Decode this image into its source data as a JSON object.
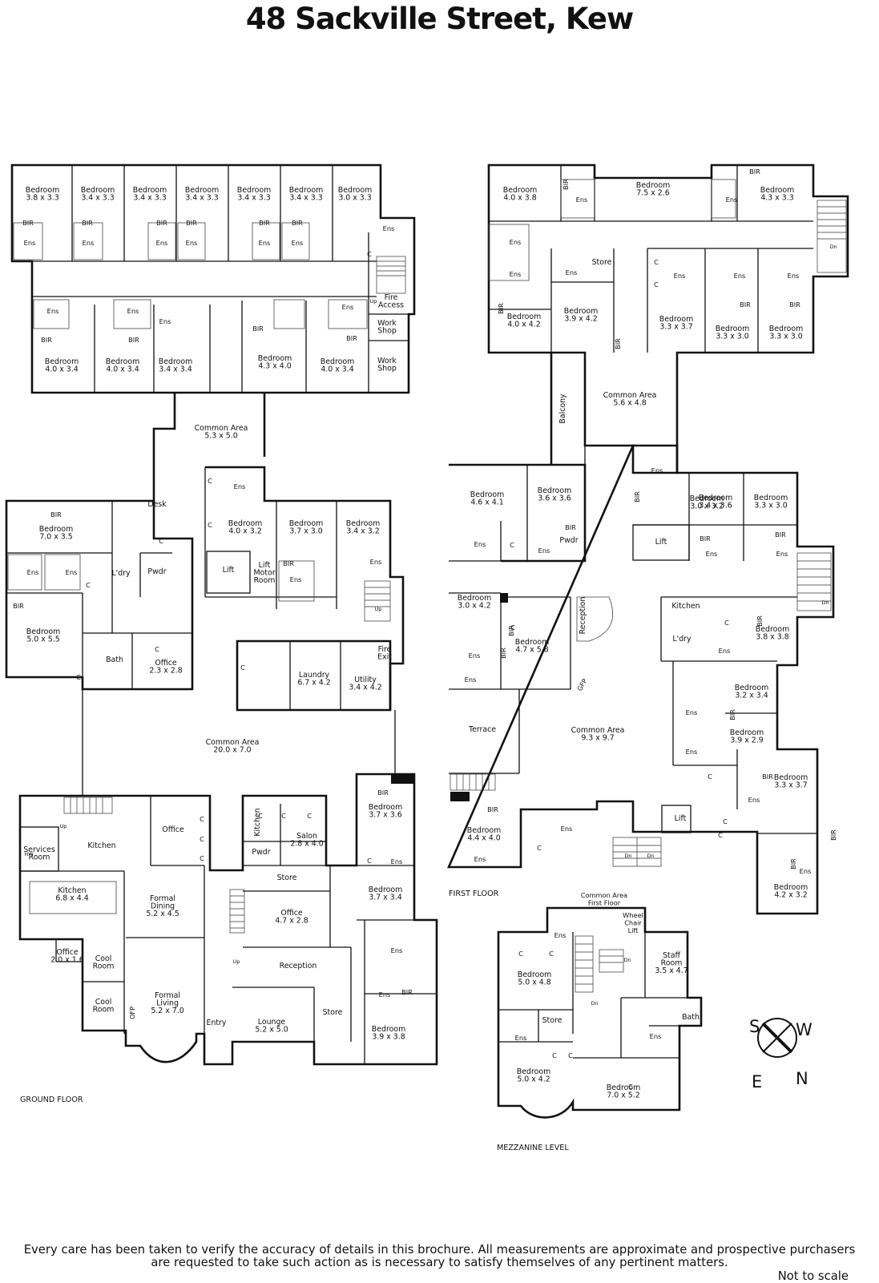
{
  "title": "48 Sackville Street, Kew",
  "disclaimer_line1": "Every care has been taken to verify the accuracy of details in this brochure.  All measurements are approximate and prospective purchasers",
  "disclaimer_line2": "are requested to take such action as is necessary to satisfy themselves of any pertinent matters.",
  "scale_note": "Not to scale",
  "compass": [
    "S",
    "W",
    "E",
    "N"
  ],
  "floors": [
    {
      "name": "GROUND FLOOR",
      "rooms": [
        {
          "label": "Bedroom",
          "dims": "3.8 x 3.3"
        },
        {
          "label": "Bedroom",
          "dims": "3.4 x 3.3"
        },
        {
          "label": "Bedroom",
          "dims": "3.4 x 3.3"
        },
        {
          "label": "Bedroom",
          "dims": "3.4 x 3.3"
        },
        {
          "label": "Bedroom",
          "dims": "3.4 x 3.3"
        },
        {
          "label": "Bedroom",
          "dims": "3.4 x 3.3"
        },
        {
          "label": "Bedroom",
          "dims": "3.0 x 3.3"
        },
        {
          "label": "Bedroom",
          "dims": "4.0 x 3.4"
        },
        {
          "label": "Bedroom",
          "dims": "4.0 x 3.4"
        },
        {
          "label": "Bedroom",
          "dims": "3.4 x 3.4"
        },
        {
          "label": "Bedroom",
          "dims": "4.3 x 4.0"
        },
        {
          "label": "Bedroom",
          "dims": "4.0 x 3.4"
        },
        {
          "label": "Fire Access",
          "dims": ""
        },
        {
          "label": "Work Shop",
          "dims": ""
        },
        {
          "label": "Work Shop",
          "dims": ""
        },
        {
          "label": "Common Area",
          "dims": "5.3 x 5.0"
        },
        {
          "label": "Bedroom",
          "dims": "7.0 x 3.5"
        },
        {
          "label": "Bedroom",
          "dims": "5.0 x 5.5"
        },
        {
          "label": "Bath",
          "dims": ""
        },
        {
          "label": "Office",
          "dims": "2.3 x 2.8"
        },
        {
          "label": "L'dry",
          "dims": ""
        },
        {
          "label": "Pwdr",
          "dims": ""
        },
        {
          "label": "Desk",
          "dims": ""
        },
        {
          "label": "Bedroom",
          "dims": "4.0 x 3.2"
        },
        {
          "label": "Bedroom",
          "dims": "3.7 x 3.0"
        },
        {
          "label": "Bedroom",
          "dims": "3.4 x 3.2"
        },
        {
          "label": "Lift",
          "dims": ""
        },
        {
          "label": "Lift Motor Room",
          "dims": ""
        },
        {
          "label": "Fire Exit",
          "dims": ""
        },
        {
          "label": "Laundry",
          "dims": "6.7 x 4.2"
        },
        {
          "label": "Utility",
          "dims": "3.4 x 4.2"
        },
        {
          "label": "Common Area",
          "dims": "20.0 x 7.0"
        },
        {
          "label": "Services Room",
          "dims": ""
        },
        {
          "label": "Kitchen",
          "dims": ""
        },
        {
          "label": "Kitchen",
          "dims": "6.8 x 4.4"
        },
        {
          "label": "Office",
          "dims": ""
        },
        {
          "label": "Office",
          "dims": "2.0 x 1.6"
        },
        {
          "label": "Cool Room",
          "dims": ""
        },
        {
          "label": "Cool Room",
          "dims": ""
        },
        {
          "label": "Formal Dining",
          "dims": "5.2 x 4.5"
        },
        {
          "label": "Formal Living",
          "dims": "5.2 x 7.0"
        },
        {
          "label": "Kitchen",
          "dims": ""
        },
        {
          "label": "Salon",
          "dims": "2.8 x 4.0"
        },
        {
          "label": "Pwdr",
          "dims": ""
        },
        {
          "label": "Store",
          "dims": ""
        },
        {
          "label": "Office",
          "dims": "4.7 x 2.8"
        },
        {
          "label": "Reception",
          "dims": ""
        },
        {
          "label": "Lounge",
          "dims": "5.2 x 5.0"
        },
        {
          "label": "Store",
          "dims": ""
        },
        {
          "label": "Entry",
          "dims": ""
        },
        {
          "label": "Bedroom",
          "dims": "3.7 x 3.6"
        },
        {
          "label": "Bedroom",
          "dims": "3.7 x 3.4"
        },
        {
          "label": "Bedroom",
          "dims": "3.9 x 3.8"
        }
      ]
    },
    {
      "name": "FIRST FLOOR",
      "rooms": [
        {
          "label": "Bedroom",
          "dims": "4.0 x 3.8"
        },
        {
          "label": "Bedroom",
          "dims": "7.5 x 2.6"
        },
        {
          "label": "Bedroom",
          "dims": "4.3 x 3.3"
        },
        {
          "label": "Bedroom",
          "dims": "4.0 x 4.2"
        },
        {
          "label": "Bedroom",
          "dims": "3.9 x 4.2"
        },
        {
          "label": "Store",
          "dims": ""
        },
        {
          "label": "Bedroom",
          "dims": "3.3 x 3.7"
        },
        {
          "label": "Bedroom",
          "dims": "3.3 x 3.0"
        },
        {
          "label": "Bedroom",
          "dims": "3.3 x 3.0"
        },
        {
          "label": "Common Area",
          "dims": "5.6 x 4.8"
        },
        {
          "label": "Balcony",
          "dims": ""
        },
        {
          "label": "Bedroom",
          "dims": "4.6 x 4.1"
        },
        {
          "label": "Bedroom",
          "dims": "3.6 x 3.6"
        },
        {
          "label": "Pwdr",
          "dims": ""
        },
        {
          "label": "Bedroom",
          "dims": "3.0 x 3.2"
        },
        {
          "label": "Bedroom",
          "dims": "3.4 x 3.6"
        },
        {
          "label": "Bedroom",
          "dims": "3.3 x 3.0"
        },
        {
          "label": "Lift",
          "dims": ""
        },
        {
          "label": "Bedroom",
          "dims": "3.0 x 4.2"
        },
        {
          "label": "Bedroom",
          "dims": "4.7 x 5.8"
        },
        {
          "label": "Reception",
          "dims": ""
        },
        {
          "label": "Kitchen",
          "dims": ""
        },
        {
          "label": "L'dry",
          "dims": ""
        },
        {
          "label": "Bedroom",
          "dims": "3.8 x 3.8"
        },
        {
          "label": "Terrace",
          "dims": ""
        },
        {
          "label": "Common Area",
          "dims": "9.3 x 9.7"
        },
        {
          "label": "Bedroom",
          "dims": "3.2 x 3.4"
        },
        {
          "label": "Bedroom",
          "dims": "3.9 x 2.9"
        },
        {
          "label": "Bedroom",
          "dims": "3.3 x 3.7"
        },
        {
          "label": "Bedroom",
          "dims": "4.4 x 4.0"
        },
        {
          "label": "Lift",
          "dims": ""
        },
        {
          "label": "Bedroom",
          "dims": "4.2 x 3.2"
        }
      ]
    },
    {
      "name": "MEZZANINE LEVEL",
      "rooms": [
        {
          "label": "Common Area First Floor",
          "dims": ""
        },
        {
          "label": "Wheel Chair Lift",
          "dims": ""
        },
        {
          "label": "Bedroom",
          "dims": "5.0 x 4.8"
        },
        {
          "label": "Staff Room",
          "dims": "3.5 x 4.7"
        },
        {
          "label": "Store",
          "dims": ""
        },
        {
          "label": "Bath",
          "dims": ""
        },
        {
          "label": "Bedroom",
          "dims": "5.0 x 4.2"
        },
        {
          "label": "Bedroom",
          "dims": "7.0 x 5.2"
        }
      ]
    }
  ],
  "small_labels": {
    "ens": "Ens",
    "bir": "BIR",
    "c": "C",
    "up": "Up",
    "dn": "Dn",
    "hw": "HW",
    "ofp": "OFP",
    "gfp": "GFP"
  }
}
